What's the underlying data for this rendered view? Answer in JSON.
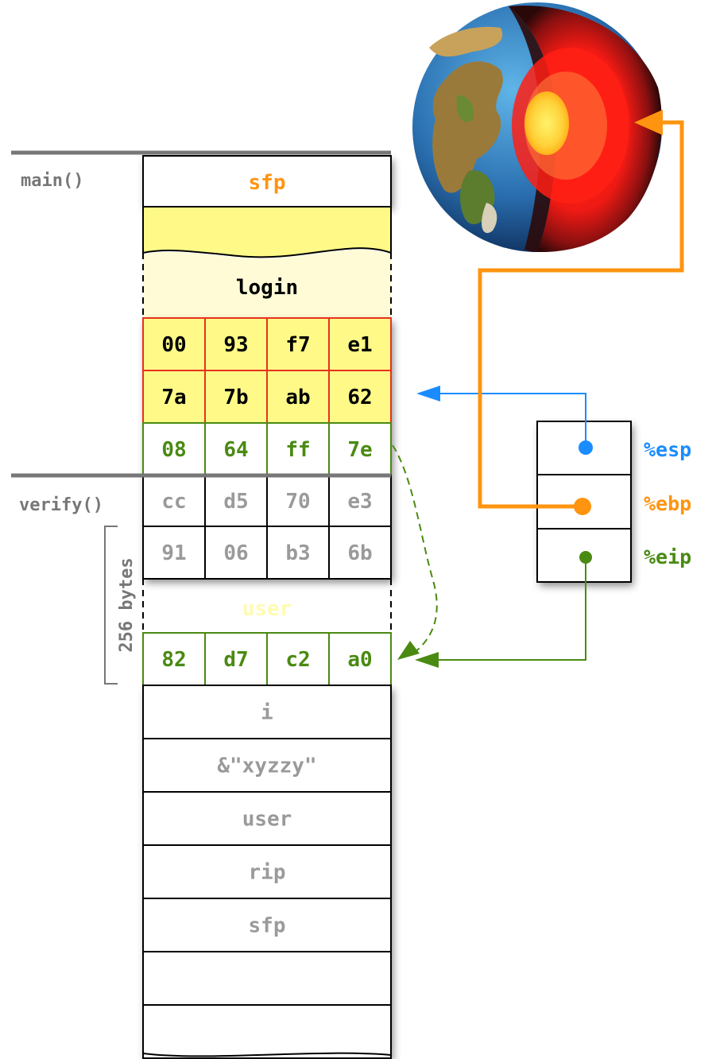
{
  "frames": {
    "main": "main()",
    "verify": "verify()"
  },
  "stack": {
    "top_sfp": "sfp",
    "login": "login",
    "user_faint": "user",
    "bytes_label": "256 bytes",
    "rows": [
      {
        "cells": [
          "00",
          "93",
          "f7",
          "e1"
        ],
        "kind": "login"
      },
      {
        "cells": [
          "7a",
          "7b",
          "ab",
          "62"
        ],
        "kind": "login"
      },
      {
        "cells": [
          "08",
          "64",
          "ff",
          "7e"
        ],
        "kind": "green"
      },
      {
        "cells": [
          "cc",
          "d5",
          "70",
          "e3"
        ],
        "kind": "gray"
      },
      {
        "cells": [
          "91",
          "06",
          "b3",
          "6b"
        ],
        "kind": "gray"
      },
      {
        "cells": [
          "82",
          "d7",
          "c2",
          "a0"
        ],
        "kind": "green"
      }
    ],
    "lower": [
      "i",
      "&\"xyzzy\"",
      "user",
      "rip",
      "sfp",
      "",
      ""
    ]
  },
  "registers": [
    {
      "name": "%esp",
      "color": "#1a8cff"
    },
    {
      "name": "%ebp",
      "color": "#ff9410"
    },
    {
      "name": "%eip",
      "color": "#4a8a12"
    }
  ],
  "colors": {
    "orange": "#ff9410",
    "blue": "#1a8cff",
    "green": "#4a8a12",
    "gray": "#9a9a9a",
    "yellow": "#fffa88",
    "paleYellow": "#fefbd6",
    "red": "#e8311e"
  }
}
